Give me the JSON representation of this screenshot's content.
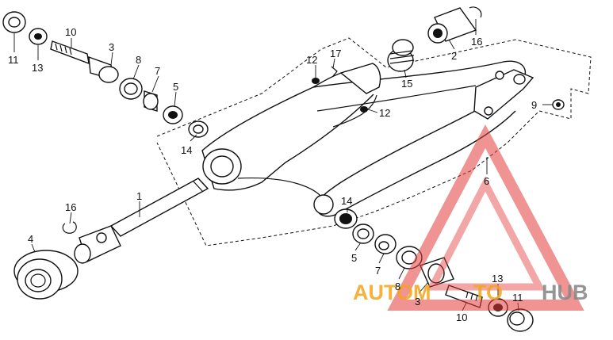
{
  "diagram": {
    "labels": [
      "1",
      "2",
      "3",
      "4",
      "5",
      "6",
      "7",
      "8",
      "9",
      "10",
      "11",
      "12",
      "13",
      "14",
      "15",
      "16",
      "17"
    ],
    "left_side_labels": {
      "p11": "11",
      "p13": "13",
      "p10": "10",
      "p3": "3",
      "p8": "8",
      "p7": "7",
      "p5": "5",
      "p14": "14",
      "p1": "1",
      "p16": "16",
      "p4": "4"
    },
    "top_labels": {
      "p12a": "12",
      "p17": "17",
      "p15": "15",
      "p12b": "12",
      "p2": "2",
      "p16": "16",
      "p9": "9",
      "p6": "6"
    },
    "right_side_labels": {
      "p14": "14",
      "p5": "5",
      "p7": "7",
      "p8": "8",
      "p3": "3",
      "p10": "10",
      "p13": "13",
      "p11": "11"
    }
  },
  "watermark": {
    "text_a": "AUTOM",
    "text_b": "TO",
    "text_c": "HUB",
    "colors": {
      "red": "#e23a3a",
      "orange": "#f2a51a",
      "gray": "#8a8a8a"
    }
  }
}
